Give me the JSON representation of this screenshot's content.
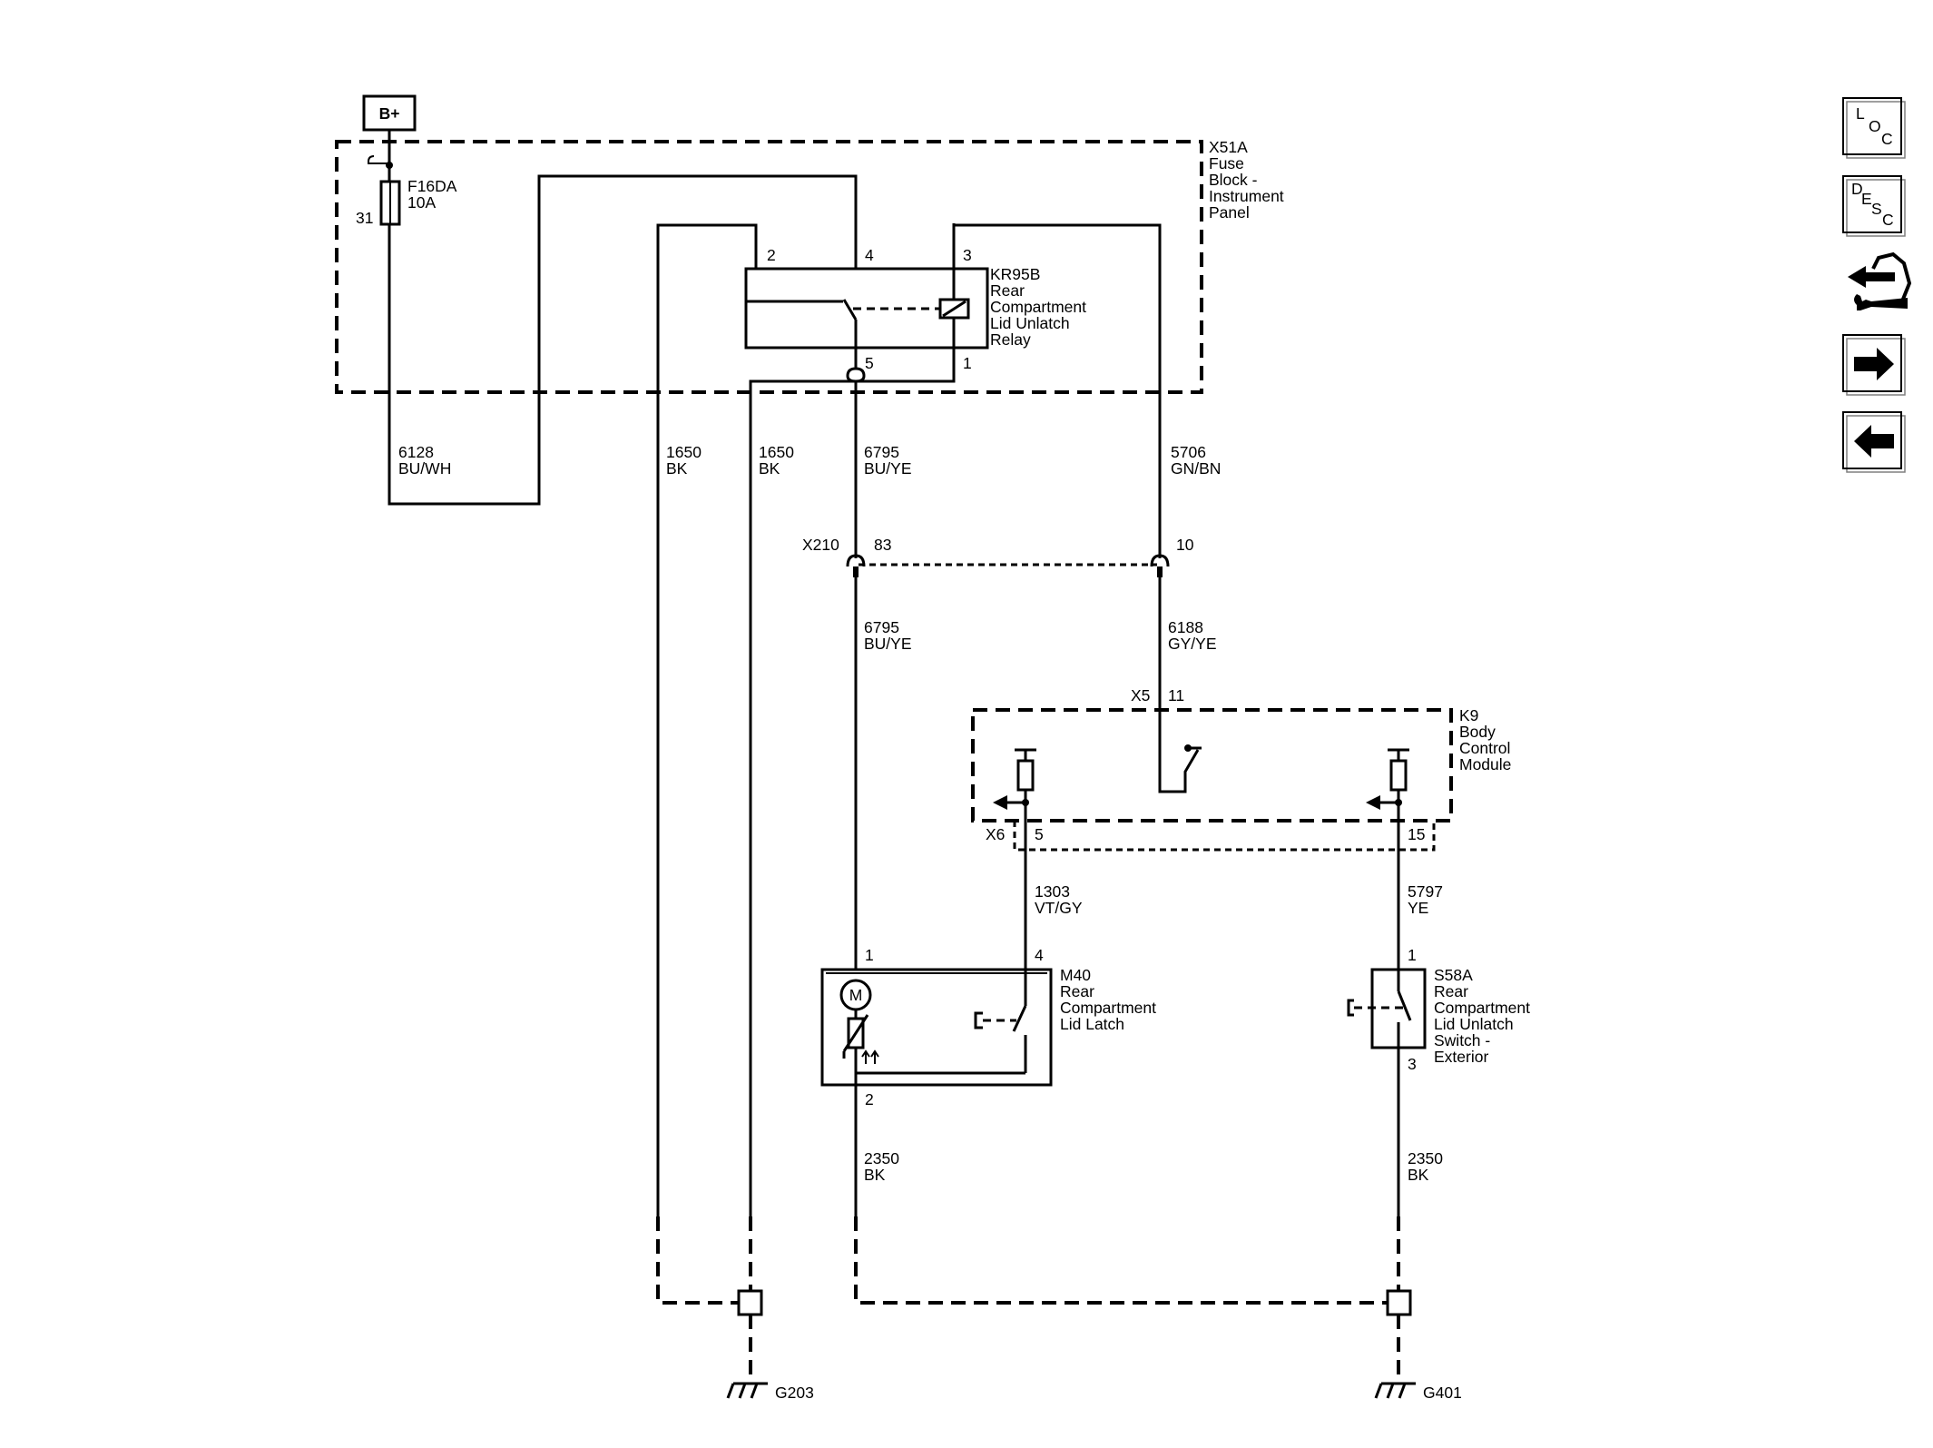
{
  "power": {
    "label": "B+"
  },
  "fuse_block": {
    "id": "X51A",
    "name_lines": [
      "Fuse",
      "Block -",
      "Instrument",
      "Panel"
    ]
  },
  "fuse": {
    "id": "F16DA",
    "rating": "10A",
    "pin": "31"
  },
  "relay": {
    "id": "KR95B",
    "name_lines": [
      "Rear",
      "Compartment",
      "Lid Unlatch",
      "Relay"
    ],
    "pins": {
      "p2": "2",
      "p4": "4",
      "p3": "3",
      "p5": "5",
      "p1": "1"
    }
  },
  "wires": {
    "w6128": {
      "circuit": "6128",
      "color": "BU/WH"
    },
    "w1650a": {
      "circuit": "1650",
      "color": "BK"
    },
    "w1650b": {
      "circuit": "1650",
      "color": "BK"
    },
    "w6795a": {
      "circuit": "6795",
      "color": "BU/YE"
    },
    "w5706": {
      "circuit": "5706",
      "color": "GN/BN"
    },
    "w6795b": {
      "circuit": "6795",
      "color": "BU/YE"
    },
    "w6188": {
      "circuit": "6188",
      "color": "GY/YE"
    },
    "w1303": {
      "circuit": "1303",
      "color": "VT/GY"
    },
    "w5797": {
      "circuit": "5797",
      "color": "YE"
    },
    "w2350a": {
      "circuit": "2350",
      "color": "BK"
    },
    "w2350b": {
      "circuit": "2350",
      "color": "BK"
    }
  },
  "connectors": {
    "x210": {
      "id": "X210",
      "pin_a": "83",
      "pin_b": "10"
    },
    "x5": {
      "id": "X5",
      "pin": "11"
    },
    "x6": {
      "id": "X6",
      "pin_a": "5",
      "pin_b": "15"
    }
  },
  "bcm": {
    "id": "K9",
    "name_lines": [
      "Body",
      "Control",
      "Module"
    ]
  },
  "latch": {
    "id": "M40",
    "name_lines": [
      "Rear",
      "Compartment",
      "Lid Latch"
    ],
    "pin1": "1",
    "pin4": "4",
    "pin2": "2",
    "motor": "M"
  },
  "switch": {
    "id": "S58A",
    "name_lines": [
      "Rear",
      "Compartment",
      "Lid Unlatch",
      "Switch -",
      "Exterior"
    ],
    "pin1": "1",
    "pin3": "3"
  },
  "grounds": {
    "g203": "G203",
    "g401": "G401"
  },
  "nav": {
    "loc": [
      "L",
      "O",
      "C"
    ],
    "desc": [
      "D",
      "E",
      "S",
      "C"
    ]
  }
}
